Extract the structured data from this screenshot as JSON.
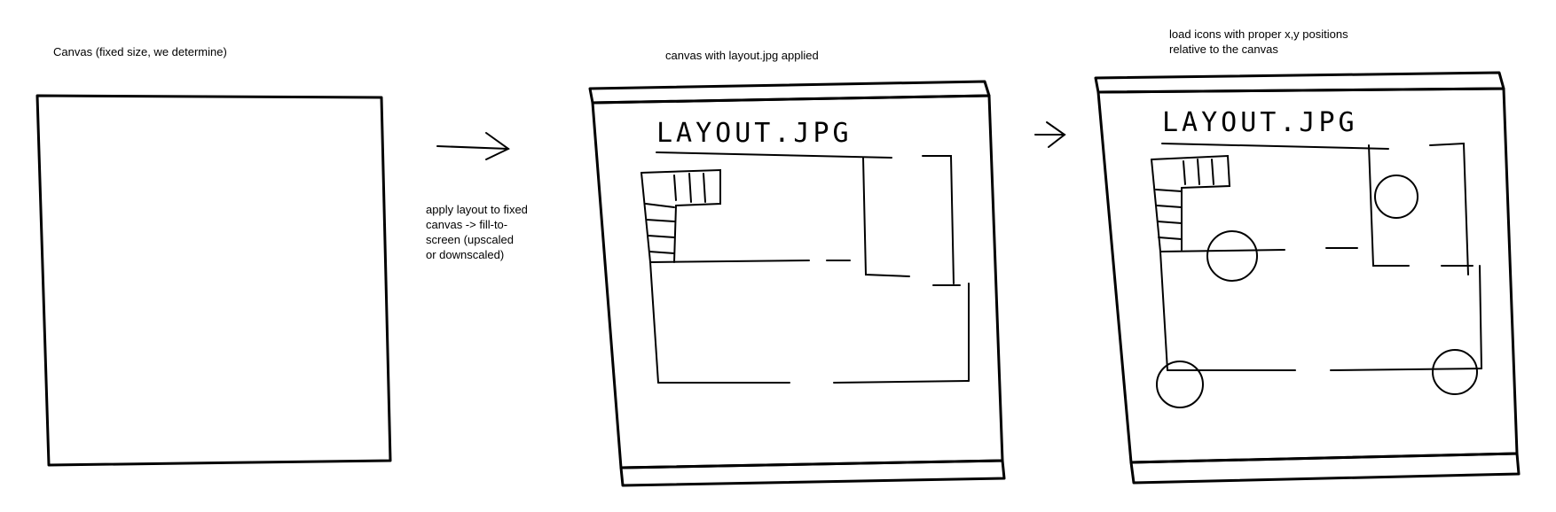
{
  "steps": [
    {
      "caption": "Canvas (fixed size, we determine)"
    },
    {
      "caption": "canvas with layout.jpg applied",
      "image_label": "LAYOUT.JPG"
    },
    {
      "caption": "load icons with proper x,y positions\nrelative to the canvas",
      "image_label": "LAYOUT.JPG"
    }
  ],
  "transition_note": "apply layout to  fixed\ncanvas -> fill-to-\nscreen (upscaled\nor downscaled)"
}
